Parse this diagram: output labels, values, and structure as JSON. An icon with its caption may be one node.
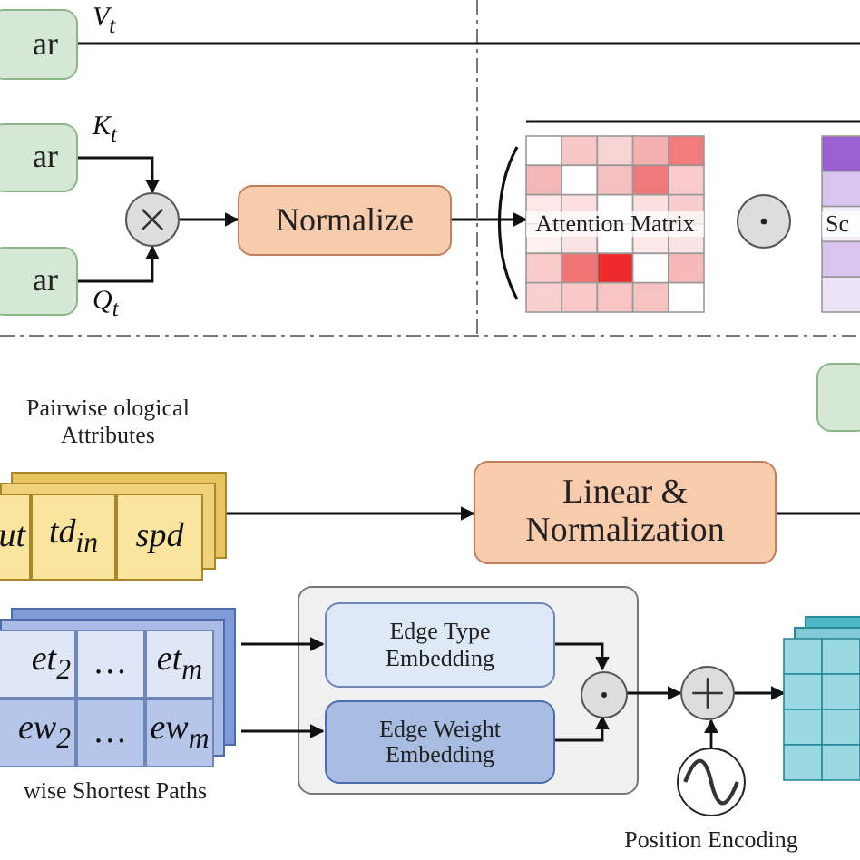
{
  "diagram": {
    "nodes": [
      {
        "text": [
          "ar"
        ]
      },
      {
        "text": [
          "ar"
        ]
      },
      {
        "text": [
          "ar"
        ]
      },
      {
        "text": [],
        "shape": "circle"
      },
      {
        "text": [
          "Normalize"
        ]
      },
      {
        "text": [
          "Attention Matrix"
        ]
      },
      {
        "text": [],
        "shape": "circle"
      },
      {
        "text": [
          "Sc"
        ]
      },
      {
        "text": [],
        "shape": "box"
      },
      {
        "text": [
          "Pairwise ological Attributes",
          "ut",
          "td$_{in}$",
          "spd"
        ]
      },
      {
        "text": [
          "Linear & Normalization"
        ]
      },
      {
        "text": [
          "et$_{2}$",
          "…",
          "et$_{m}$",
          "ew$_{2}$",
          "…",
          "ew$_{m}$",
          "wise Shortest Paths"
        ]
      },
      {
        "text": [],
        "shape": "box"
      },
      {
        "text": [
          "Edge Type Embedding"
        ],
        "in": 12
      },
      {
        "text": [
          "Edge Weight Embedding"
        ],
        "in": 12
      },
      {
        "text": [],
        "shape": "circle",
        "in": 12
      },
      {
        "text": [],
        "shape": "circle"
      },
      {
        "text": [],
        "shape": "circle",
        "beside": [
          "Position Encoding"
        ]
      },
      {
        "text": [],
        "shape": "box"
      }
    ],
    "edges": [
      {
        "from": 0,
        "to": null,
        "arrow": "none",
        "label": "V$_{t}$"
      },
      {
        "from": 1,
        "to": 3,
        "arrow": "to",
        "label": "K$_{t}$"
      },
      {
        "from": 2,
        "to": 3,
        "arrow": "to",
        "label": "Q$_{t}$"
      },
      {
        "from": 3,
        "to": 4,
        "arrow": "to"
      },
      {
        "from": 4,
        "to": 5,
        "arrow": "to"
      },
      {
        "from": 9,
        "to": 10,
        "arrow": "to"
      },
      {
        "from": 10,
        "to": null,
        "arrow": "none"
      },
      {
        "from": 11,
        "to": 13,
        "arrow": "to"
      },
      {
        "from": 11,
        "to": 14,
        "arrow": "to"
      },
      {
        "from": 13,
        "to": 15,
        "arrow": "to"
      },
      {
        "from": 14,
        "to": 15,
        "arrow": "to"
      },
      {
        "from": 15,
        "to": 16,
        "arrow": "to"
      },
      {
        "from": 16,
        "to": 18,
        "arrow": "to"
      },
      {
        "from": 17,
        "to": 16,
        "arrow": "to"
      }
    ]
  }
}
